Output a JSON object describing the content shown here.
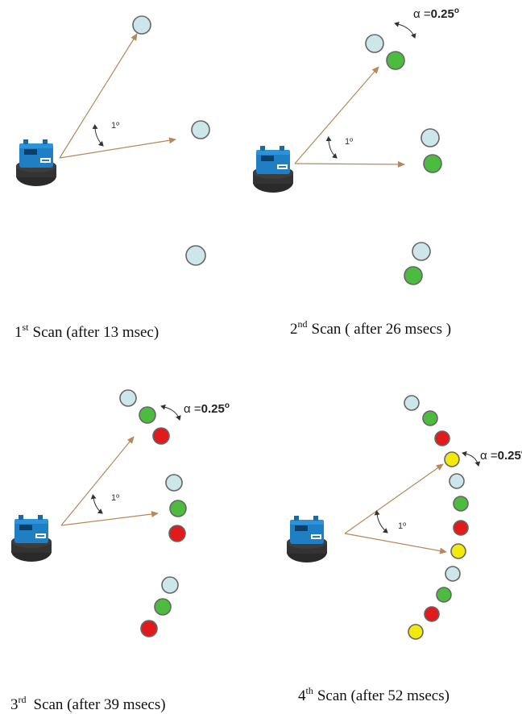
{
  "colors": {
    "beam": "#b8875a",
    "scan1": "#cde6ea",
    "scan2": "#4dbb3f",
    "scan3": "#e11b1b",
    "scan4": "#f2ea0e",
    "scanner_body": "#1f7fc4"
  },
  "icons": {
    "scanner": "lidar-scanner-icon",
    "arc": "curved-double-arrow-icon"
  },
  "panels": [
    {
      "caption": {
        "ordinal": "1",
        "suffix": "st",
        "text": "Scan (after 13 msec)"
      },
      "angle_label": "1º",
      "alpha_label": null,
      "scans_shown": 1
    },
    {
      "caption": {
        "ordinal": "2",
        "suffix": "nd",
        "text": "Scan ( after 26 msecs )"
      },
      "angle_label": "1º",
      "alpha_label": {
        "prefix": "α =",
        "value": "0.25",
        "unit": "o"
      },
      "scans_shown": 2
    },
    {
      "caption": {
        "ordinal": "3",
        "suffix": "rd",
        "text": "Scan (after 39 msecs)"
      },
      "angle_label": "1º",
      "alpha_label": {
        "prefix": "α =",
        "value": "0.25",
        "unit": "o"
      },
      "scans_shown": 3
    },
    {
      "caption": {
        "ordinal": "4",
        "suffix": "th",
        "text": "Scan (after 52 msecs)"
      },
      "angle_label": "1º",
      "alpha_label": {
        "prefix": "α =",
        "value": "0.25",
        "unit": "o"
      },
      "scans_shown": 4
    }
  ]
}
